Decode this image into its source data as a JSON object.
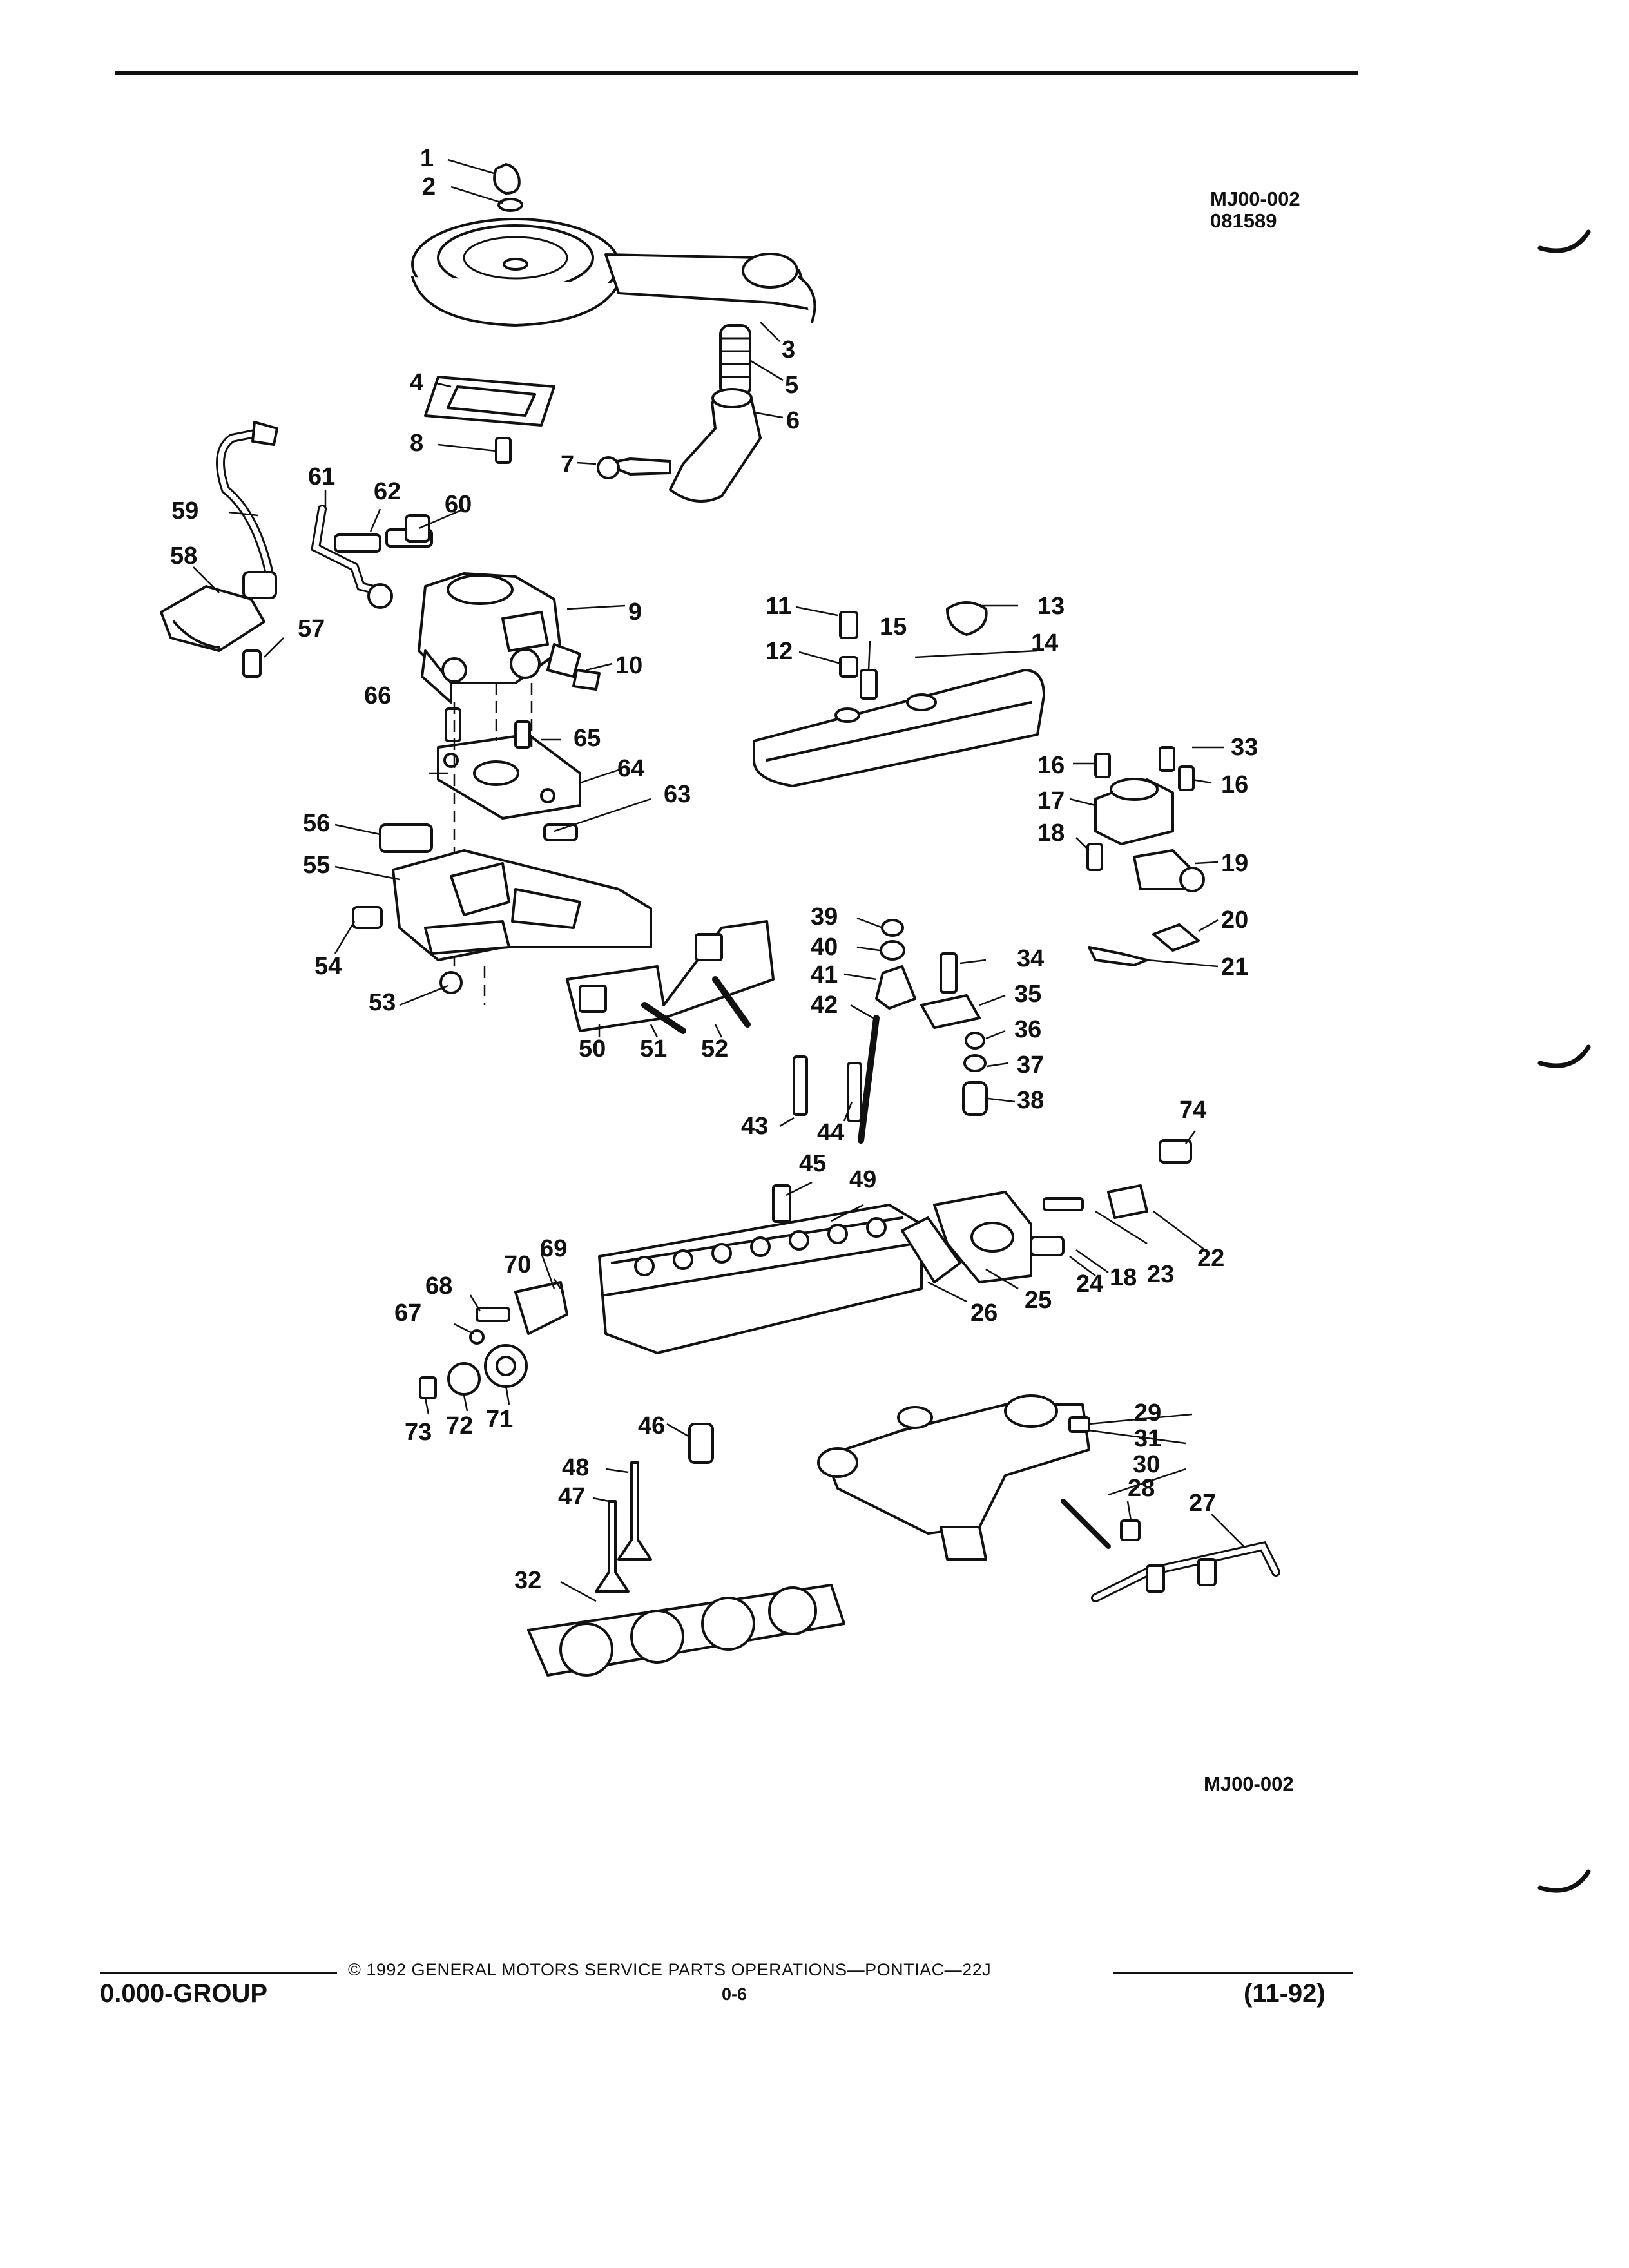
{
  "header": {
    "figure_code": "MJ00-002",
    "figure_date": "081589"
  },
  "figure_code_bottom": "MJ00-002",
  "footer": {
    "copyright": "© 1992 GENERAL MOTORS SERVICE PARTS OPERATIONS—PONTIAC—22J",
    "group": "0.000-GROUP",
    "page": "0-6",
    "revision": "(11-92)"
  },
  "callouts": [
    "1",
    "2",
    "3",
    "4",
    "5",
    "6",
    "7",
    "8",
    "9",
    "10",
    "11",
    "12",
    "13",
    "14",
    "15",
    "16",
    "16",
    "17",
    "18",
    "18",
    "19",
    "20",
    "21",
    "22",
    "23",
    "24",
    "25",
    "26",
    "27",
    "28",
    "29",
    "30",
    "31",
    "32",
    "33",
    "34",
    "35",
    "36",
    "37",
    "38",
    "39",
    "40",
    "41",
    "42",
    "43",
    "44",
    "45",
    "46",
    "47",
    "48",
    "49",
    "50",
    "51",
    "52",
    "53",
    "54",
    "55",
    "56",
    "57",
    "58",
    "59",
    "60",
    "61",
    "62",
    "63",
    "64",
    "65",
    "66",
    "67",
    "68",
    "69",
    "70",
    "71",
    "72",
    "73",
    "74"
  ],
  "colors": {
    "ink": "#111111",
    "paper": "#ffffff"
  }
}
